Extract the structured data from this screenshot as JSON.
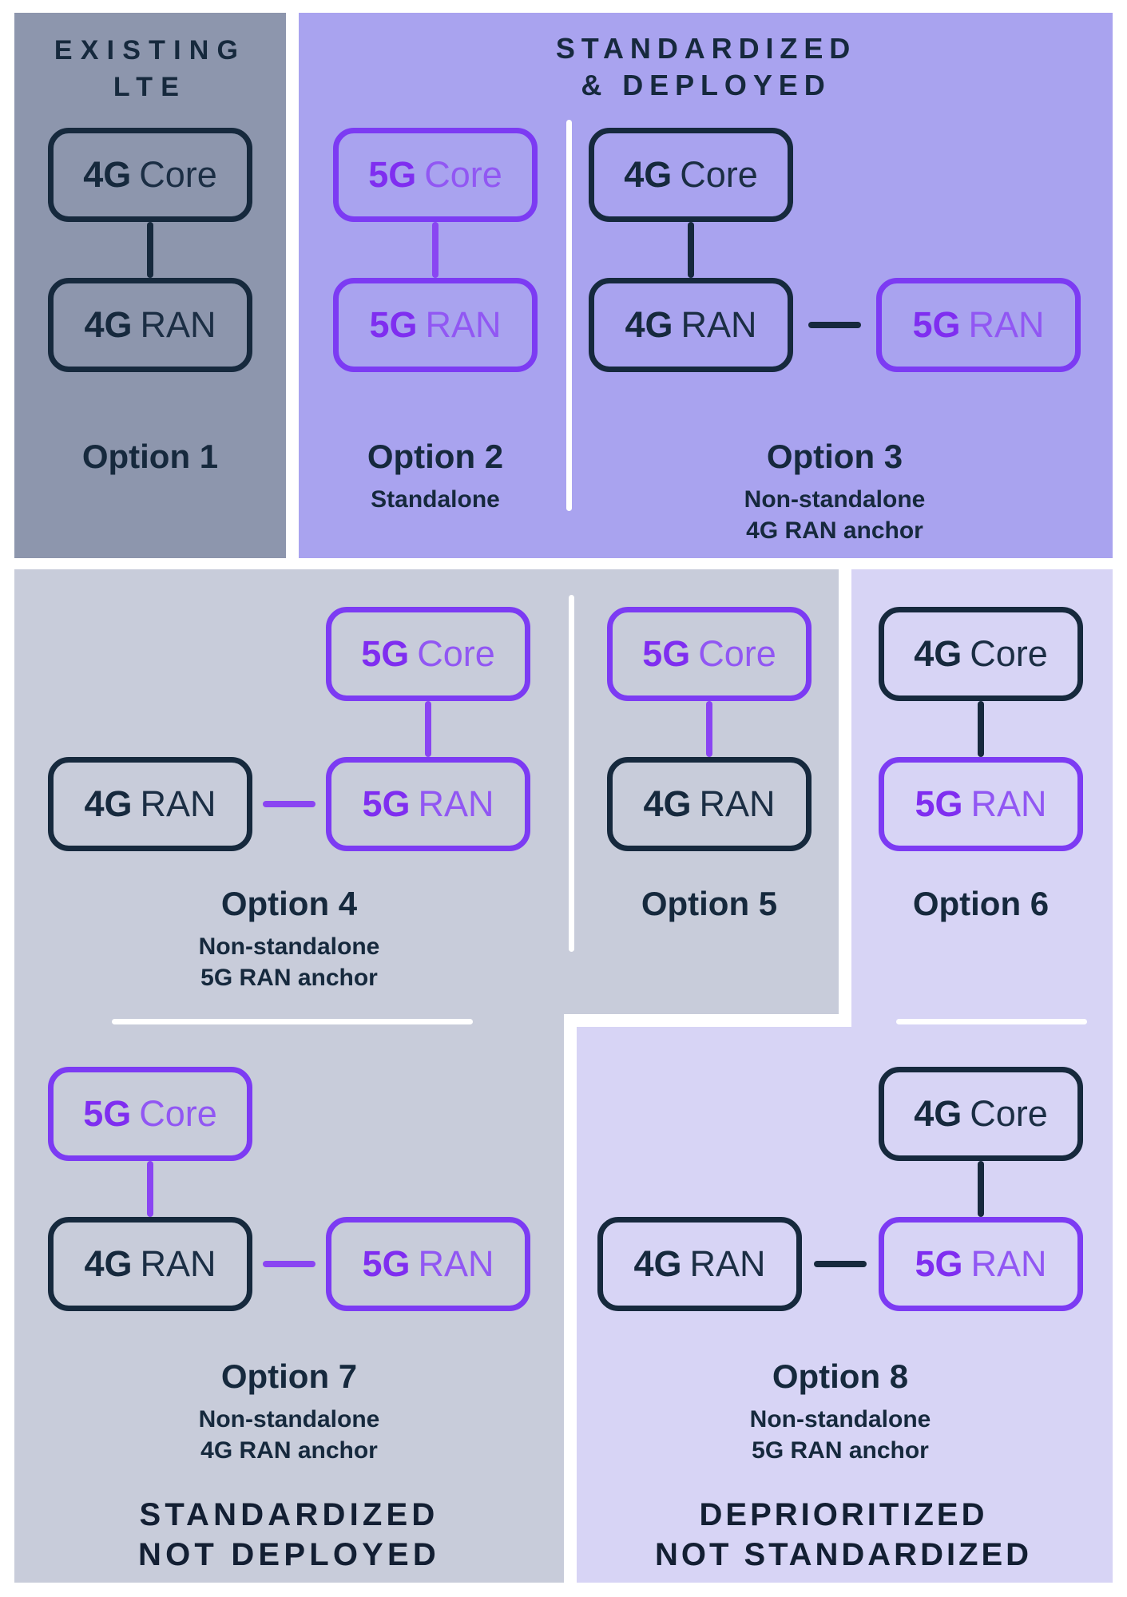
{
  "colors": {
    "background": "#FFFFFF",
    "panel_existing_lte": "#8D96AD",
    "panel_standardized_deployed": "#A9A3EF",
    "panel_standardized_not_deployed": "#C8CCDA",
    "panel_deprioritized": "#D7D4F5",
    "navy": "#16293D",
    "purple_border": "#7C3BF3",
    "purple_gen_text": "#7F2EF0",
    "purple_name_text": "#9157F3",
    "white_divider": "#FFFFFF"
  },
  "sections": {
    "existing_lte": {
      "line1": "EXISTING",
      "line2": "LTE"
    },
    "standardized_deployed": {
      "line1": "STANDARDIZED",
      "line2": "& DEPLOYED"
    },
    "standardized_not_deployed": {
      "line1": "STANDARDIZED",
      "line2": "NOT DEPLOYED"
    },
    "deprioritized_not_standardized": {
      "line1": "DEPRIORITIZED",
      "line2": "NOT STANDARDIZED"
    }
  },
  "options": [
    {
      "label": "Option 1",
      "top_gen": "4G",
      "top_name": "Core",
      "bottom_gen": "4G",
      "bottom_name": "RAN"
    },
    {
      "label": "Option 2",
      "sub1": "Standalone",
      "top_gen": "5G",
      "top_name": "Core",
      "bottom_gen": "5G",
      "bottom_name": "RAN"
    },
    {
      "label": "Option 3",
      "sub1": "Non-standalone",
      "sub2": "4G RAN anchor",
      "top_gen": "4G",
      "top_name": "Core",
      "bottom_gen": "4G",
      "bottom_name": "RAN",
      "side_gen": "5G",
      "side_name": "RAN"
    },
    {
      "label": "Option 4",
      "sub1": "Non-standalone",
      "sub2": "5G RAN anchor",
      "top_gen": "5G",
      "top_name": "Core",
      "bottom_gen": "5G",
      "bottom_name": "RAN",
      "side_gen": "4G",
      "side_name": "RAN"
    },
    {
      "label": "Option 5",
      "top_gen": "5G",
      "top_name": "Core",
      "bottom_gen": "4G",
      "bottom_name": "RAN"
    },
    {
      "label": "Option 6",
      "top_gen": "4G",
      "top_name": "Core",
      "bottom_gen": "5G",
      "bottom_name": "RAN"
    },
    {
      "label": "Option 7",
      "sub1": "Non-standalone",
      "sub2": "4G RAN anchor",
      "top_gen": "5G",
      "top_name": "Core",
      "bottom_gen": "4G",
      "bottom_name": "RAN",
      "side_gen": "5G",
      "side_name": "RAN"
    },
    {
      "label": "Option 8",
      "sub1": "Non-standalone",
      "sub2": "5G RAN anchor",
      "top_gen": "4G",
      "top_name": "Core",
      "bottom_gen": "5G",
      "bottom_name": "RAN",
      "side_gen": "4G",
      "side_name": "RAN"
    }
  ]
}
